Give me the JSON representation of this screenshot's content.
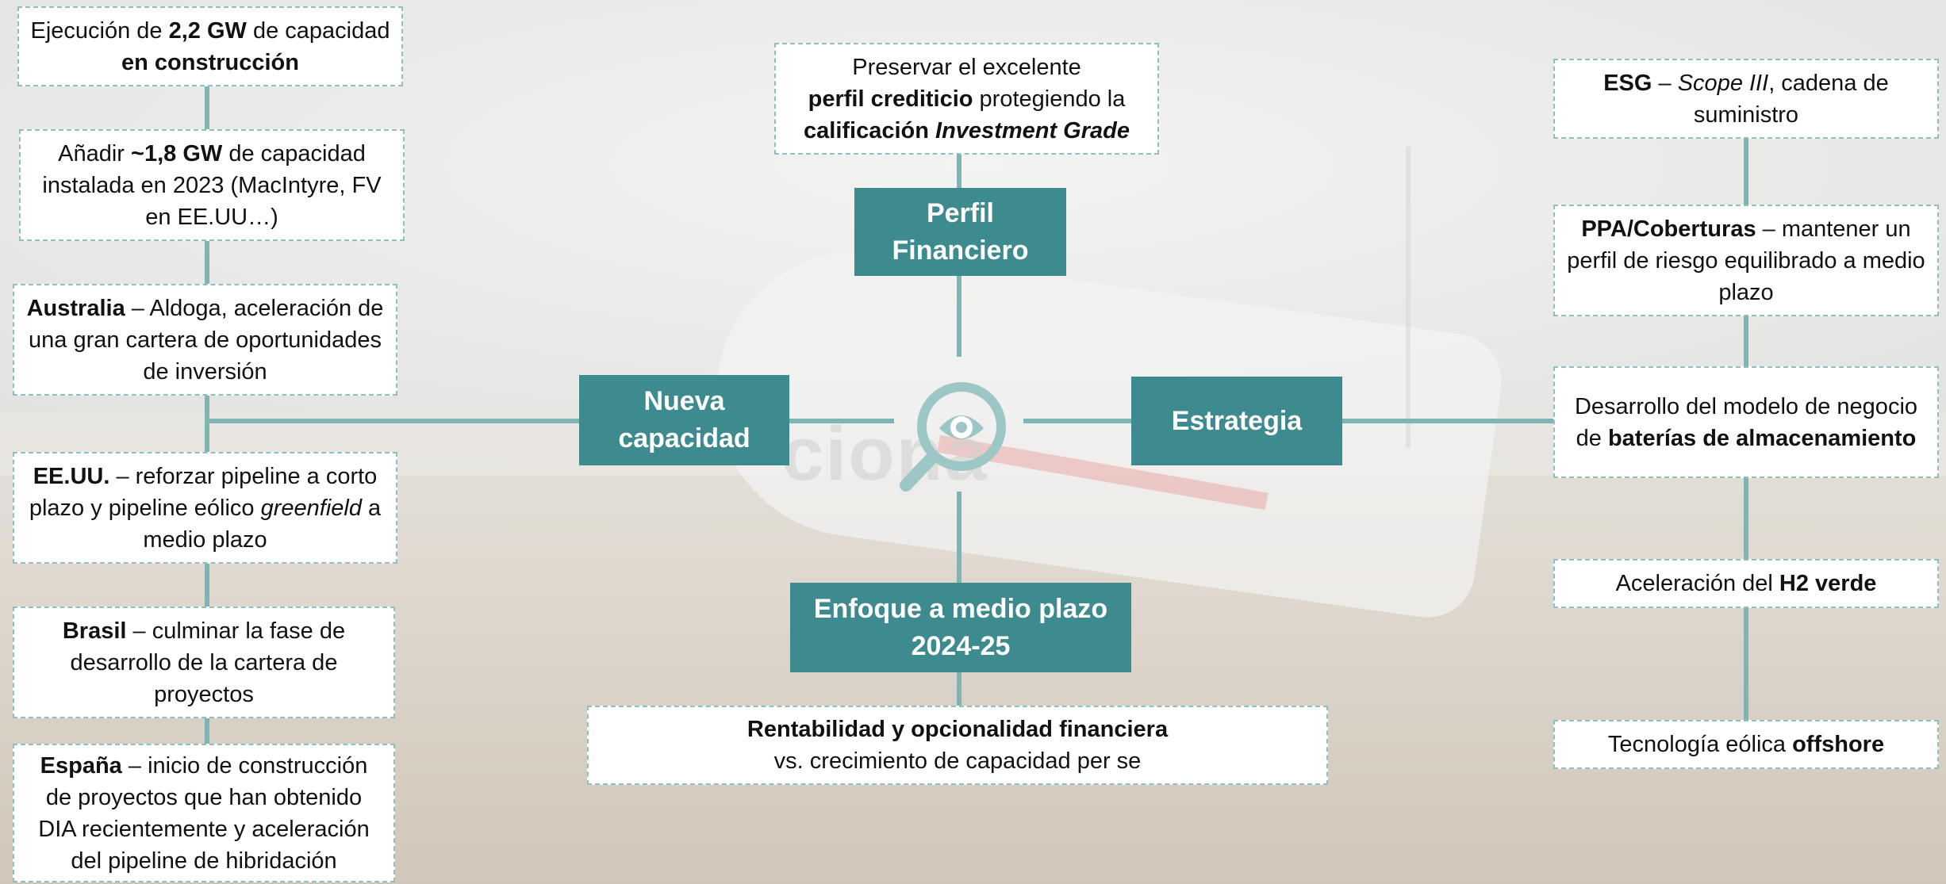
{
  "hubs": {
    "perfil_financiero": "Perfil Financiero",
    "nueva_capacidad": "Nueva capacidad",
    "estrategia": "Estrategia",
    "enfoque": "Enfoque a medio plazo 2024-25"
  },
  "center": {
    "icon": "eye-magnifier-icon"
  },
  "background": {
    "brand_text": "ciona"
  },
  "top_box": {
    "p1": "Preservar el excelente",
    "p2_bold": "perfil crediticio",
    "p2_rest": " protegiendo la",
    "p3_bold": "calificación ",
    "p3_bold_italic": "Investment Grade"
  },
  "bottom_box": {
    "line1_bold": "Rentabilidad y opcionalidad financiera",
    "line2": "vs. crecimiento de capacidad per se"
  },
  "left": [
    {
      "pre": "Ejecución de ",
      "b1": "2,2 GW",
      "mid": " de capacidad ",
      "b2": "en construcción",
      "post": ""
    },
    {
      "pre": "Añadir ",
      "b1": "~1,8 GW",
      "mid": " de capacidad instalada en 2023 (MacIntyre, FV en EE.UU…)",
      "b2": "",
      "post": ""
    },
    {
      "pre": "",
      "b1": "Australia",
      "mid": " – Aldoga, aceleración de una gran cartera de oportunidades de inversión",
      "b2": "",
      "post": ""
    },
    {
      "pre": "",
      "b1": "EE.UU.",
      "mid": " – reforzar pipeline a corto plazo y pipeline eólico ",
      "i": "greenfield",
      "post": " a medio plazo"
    },
    {
      "pre": "",
      "b1": "Brasil",
      "mid": " – culminar la fase de desarrollo de la cartera de proyectos",
      "b2": "",
      "post": ""
    },
    {
      "pre": "",
      "b1": "España",
      "mid": " – inicio de construcción de proyectos que han obtenido DIA recientemente y aceleración del pipeline de hibridación",
      "b2": "",
      "post": ""
    }
  ],
  "right": [
    {
      "b1": "ESG",
      "mid": " – ",
      "i": "Scope III",
      "post": ", cadena de suministro"
    },
    {
      "b1": "PPA/Coberturas",
      "mid": " – mantener un perfil de riesgo equilibrado a medio plazo",
      "i": "",
      "post": ""
    },
    {
      "pre": "Desarrollo del modelo de negocio de ",
      "b1": "baterías de almacenamiento",
      "post": ""
    },
    {
      "pre": "Aceleración del ",
      "b1": "H2 verde",
      "post": ""
    },
    {
      "pre": "Tecnología eólica ",
      "b1": "offshore",
      "post": ""
    }
  ],
  "colors": {
    "hub": "#3d8a8f",
    "connector": "#7fb3b4",
    "box_border": "#8fbfbf"
  }
}
